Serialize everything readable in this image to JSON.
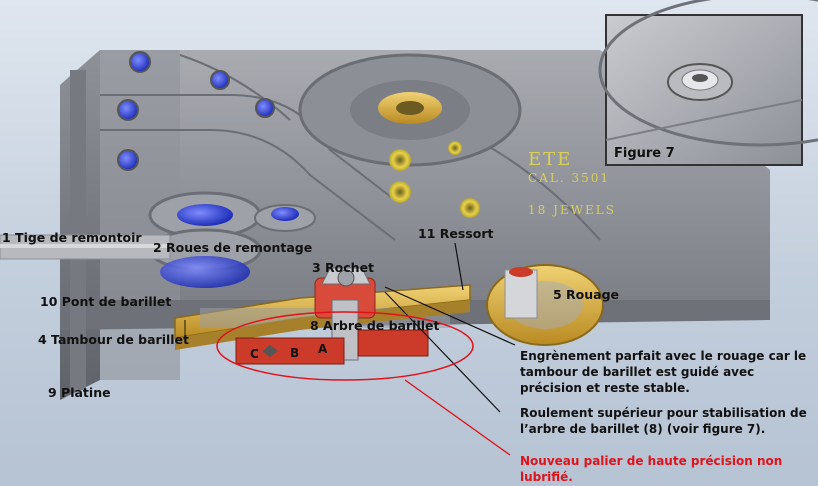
{
  "labels": {
    "tige": "1 Tige de remontoir",
    "roues": "2 Roues de remontage",
    "rochet": "3 Rochet",
    "tambour": "4 Tambour de barillet",
    "rouage": "5 Rouage",
    "arbre": "8 Arbre de barillet",
    "platine": "9 Platine",
    "pont": "10 Pont de barillet",
    "ressort": "11 Ressort"
  },
  "engraving": {
    "brand": "ETE",
    "caliber": "CAL. 3501",
    "jewels": "18 JEWELS"
  },
  "parts": {
    "c": "C",
    "b": "B",
    "a": "A"
  },
  "figure": {
    "title": "Figure 7"
  },
  "notes": {
    "engrenement": "Engrènement parfait avec le rouage car le tambour de barillet est guidé avec précision et reste stable.",
    "roulement": "Roulement supérieur pour stabilisation de l’arbre de barillet (8) (voir figure 7).",
    "palier": "Nouveau palier de haute précision non lubrifié."
  },
  "colors": {
    "annotation_red": "#e0121b",
    "jewel_blue": "#2b3fd6",
    "brass": "#d4a83a",
    "bearing_red": "#cc3a2a"
  }
}
